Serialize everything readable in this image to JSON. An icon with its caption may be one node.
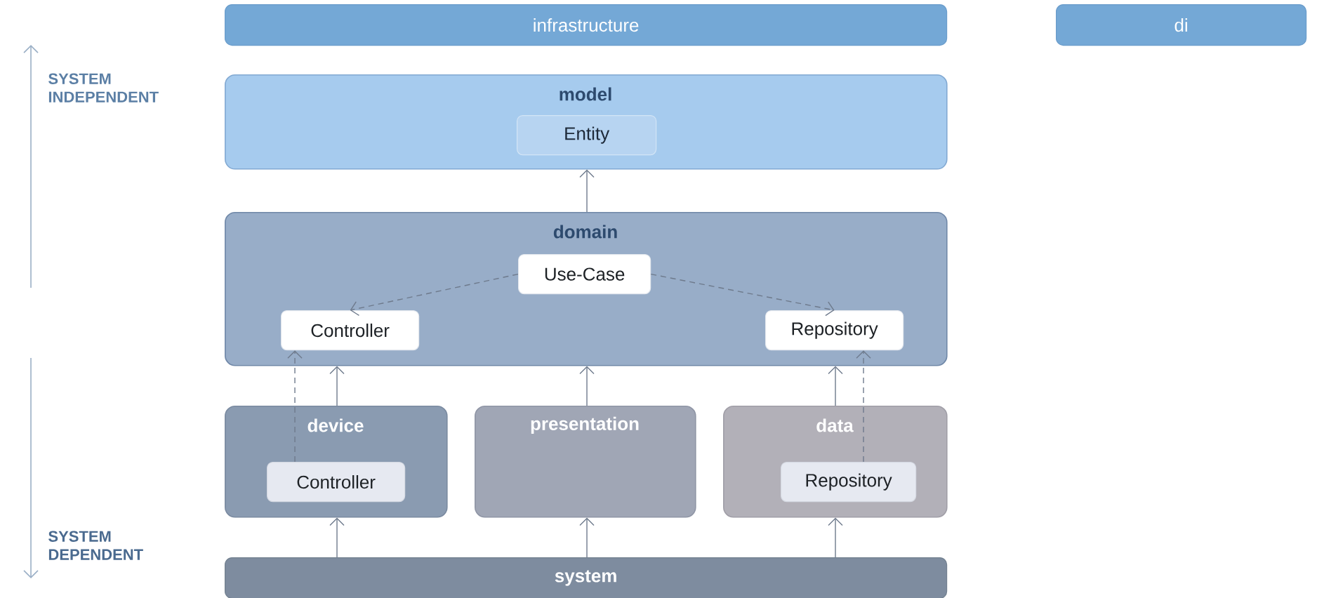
{
  "diagram": {
    "nodes": [
      {
        "text": [
          "infrastructure"
        ]
      },
      {
        "text": [
          "di"
        ]
      },
      {
        "text": [
          "model"
        ]
      },
      {
        "text": [
          "Entity"
        ],
        "in": 2
      },
      {
        "text": [
          "domain"
        ]
      },
      {
        "text": [
          "Use-Case"
        ],
        "in": 4
      },
      {
        "text": [
          "Controller"
        ],
        "in": 4
      },
      {
        "text": [
          "Repository"
        ],
        "in": 4
      },
      {
        "text": [
          "device"
        ]
      },
      {
        "text": [
          "Controller"
        ],
        "in": 8
      },
      {
        "text": [
          "presentation"
        ]
      },
      {
        "text": [
          "data"
        ]
      },
      {
        "text": [
          "Repository"
        ],
        "in": 11
      },
      {
        "text": [
          "system"
        ]
      }
    ],
    "edges": [
      {
        "from": 4,
        "to": 2,
        "arrow": "to"
      },
      {
        "from": 5,
        "to": 6,
        "arrow": "to",
        "style": "dashed"
      },
      {
        "from": 5,
        "to": 7,
        "arrow": "to",
        "style": "dashed"
      },
      {
        "from": 9,
        "to": 6,
        "arrow": "to",
        "style": "dashed"
      },
      {
        "from": 8,
        "to": 4,
        "arrow": "to"
      },
      {
        "from": 10,
        "to": 4,
        "arrow": "to"
      },
      {
        "from": 11,
        "to": 4,
        "arrow": "to"
      },
      {
        "from": 12,
        "to": 7,
        "arrow": "to",
        "style": "dashed"
      },
      {
        "from": 13,
        "to": 8,
        "arrow": "to"
      },
      {
        "from": 13,
        "to": 10,
        "arrow": "to"
      },
      {
        "from": 13,
        "to": 11,
        "arrow": "to"
      }
    ],
    "labels": [
      "SYSTEM INDEPENDENT",
      "SYSTEM DEPENDENT"
    ]
  }
}
